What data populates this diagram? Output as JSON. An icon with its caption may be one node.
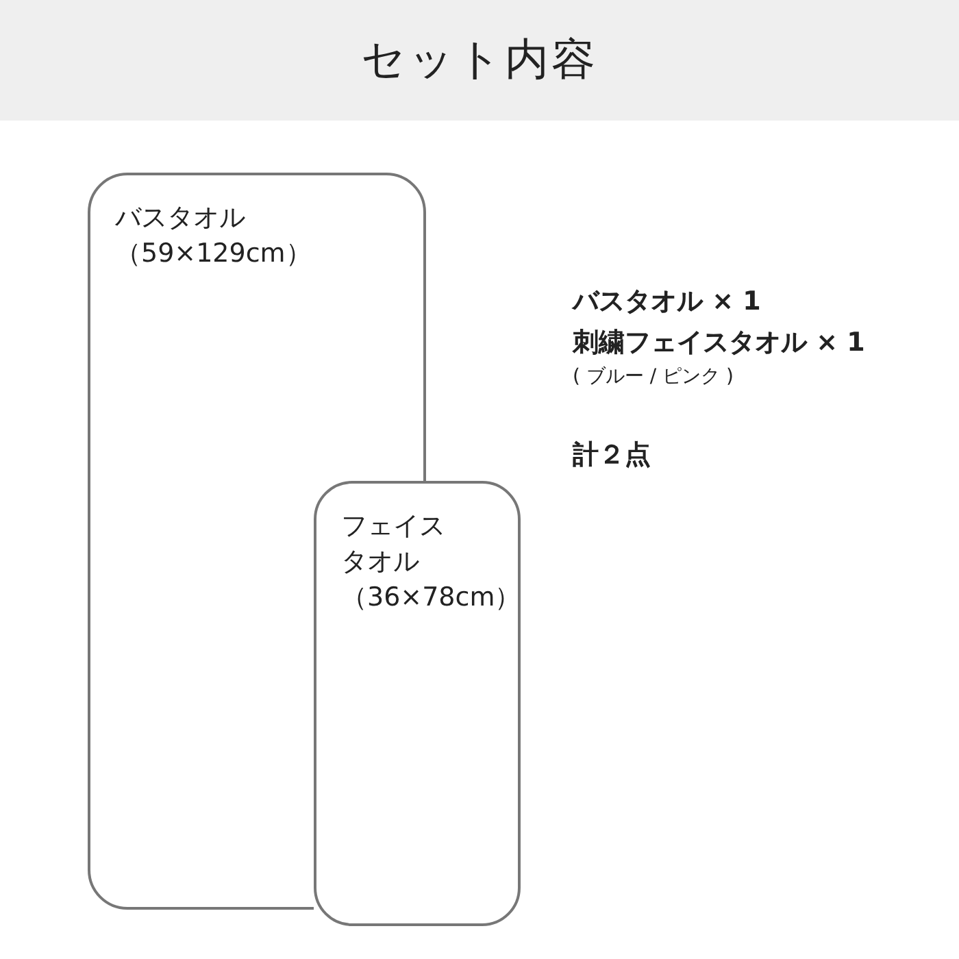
{
  "diagram": {
    "title": "セット内容",
    "nodes": [
      {
        "text": [
          "バスタオル",
          "（59×129cm）"
        ]
      },
      {
        "text": [
          "フェイスタオル",
          "（36×78cm）"
        ]
      }
    ],
    "labels": [
      "バスタオル × 1",
      "刺繍フェイスタオル × 1",
      "( ブルー / ピンク )",
      "計２点"
    ]
  }
}
